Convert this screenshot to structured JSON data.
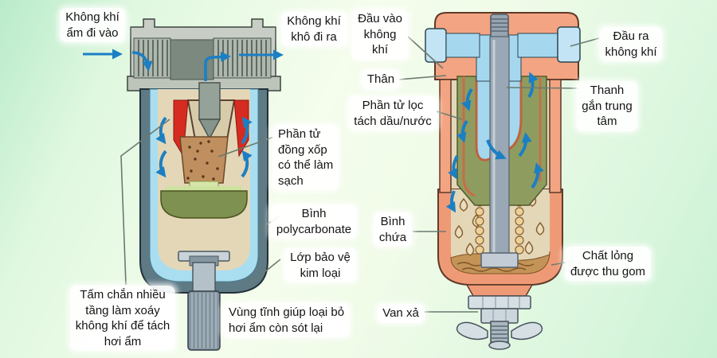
{
  "diagram_title": "Air filter and oil/water separator cross-section diagram",
  "labels": {
    "humid_air_in": "Không khí\nẩm đi vào",
    "dry_air_out": "Không khí\nkhô đi ra",
    "air_inlet": "Đầu vào\nkhông\nkhí",
    "body": "Thân",
    "oil_water_filter": "Phần tử lọc\ntách dầu/nước",
    "center_rod": "Thanh\ngắn trung\ntâm",
    "air_outlet": "Đầu ra\nkhông khí",
    "porous_copper": "Phần tử\nđồng xốp\ncó thể làm\nsạch",
    "polycarbonate_bowl": "Bình\npolycarbonate",
    "metal_guard": "Lớp bảo vệ\nkim loại",
    "container": "Bình\nchứa",
    "collected_liquid": "Chất lỏng\nđược thu gom",
    "baffle": "Tấm chắn nhiều\ntầng làm xoáy\nkhông khí để tách\nhơi ẩm",
    "quiet_zone": "Vùng tĩnh giúp loại bỏ\nhơi ẩm còn sót lại",
    "drain_valve": "Van xả"
  },
  "colors": {
    "background_green": "#cdeed6",
    "arrow_blue": "#1b7fc4",
    "leader_gray": "#6a7a72",
    "left_head_metal": "#c8cec6",
    "left_guard_dark": "#5d7a85",
    "polycarbonate_blue": "#a9def0",
    "interior_tan": "#e3d7b8",
    "deflector_red": "#d62b20",
    "copper_element": "#c08f5f",
    "bowl_green": "#7e9150",
    "right_body_salmon": "#f3a482",
    "filter_olive": "#8e9d5f",
    "port_blue": "#a5d8ef",
    "rod_gray": "#9aa7b4",
    "sediment_brown": "#c49357"
  }
}
